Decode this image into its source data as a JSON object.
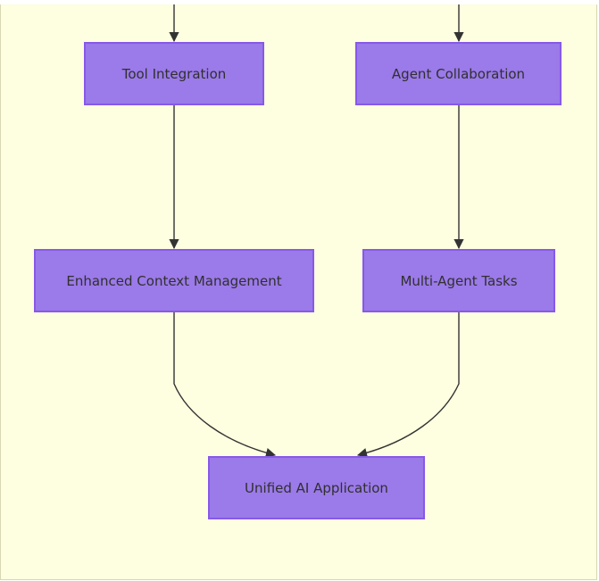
{
  "diagram": {
    "nodes": {
      "tool_integration": "Tool Integration",
      "agent_collaboration": "Agent Collaboration",
      "enhanced_context": "Enhanced Context Management",
      "multi_agent_tasks": "Multi-Agent Tasks",
      "unified_app": "Unified AI Application"
    },
    "edges": [
      {
        "from": "(above)",
        "to": "tool_integration"
      },
      {
        "from": "(above)",
        "to": "agent_collaboration"
      },
      {
        "from": "tool_integration",
        "to": "enhanced_context"
      },
      {
        "from": "agent_collaboration",
        "to": "multi_agent_tasks"
      },
      {
        "from": "enhanced_context",
        "to": "unified_app"
      },
      {
        "from": "multi_agent_tasks",
        "to": "unified_app"
      }
    ],
    "colors": {
      "background": "#fefee0",
      "node_fill": "#9b7ae9",
      "node_border": "#8759e8",
      "edge": "#333333",
      "text": "#303030"
    }
  }
}
